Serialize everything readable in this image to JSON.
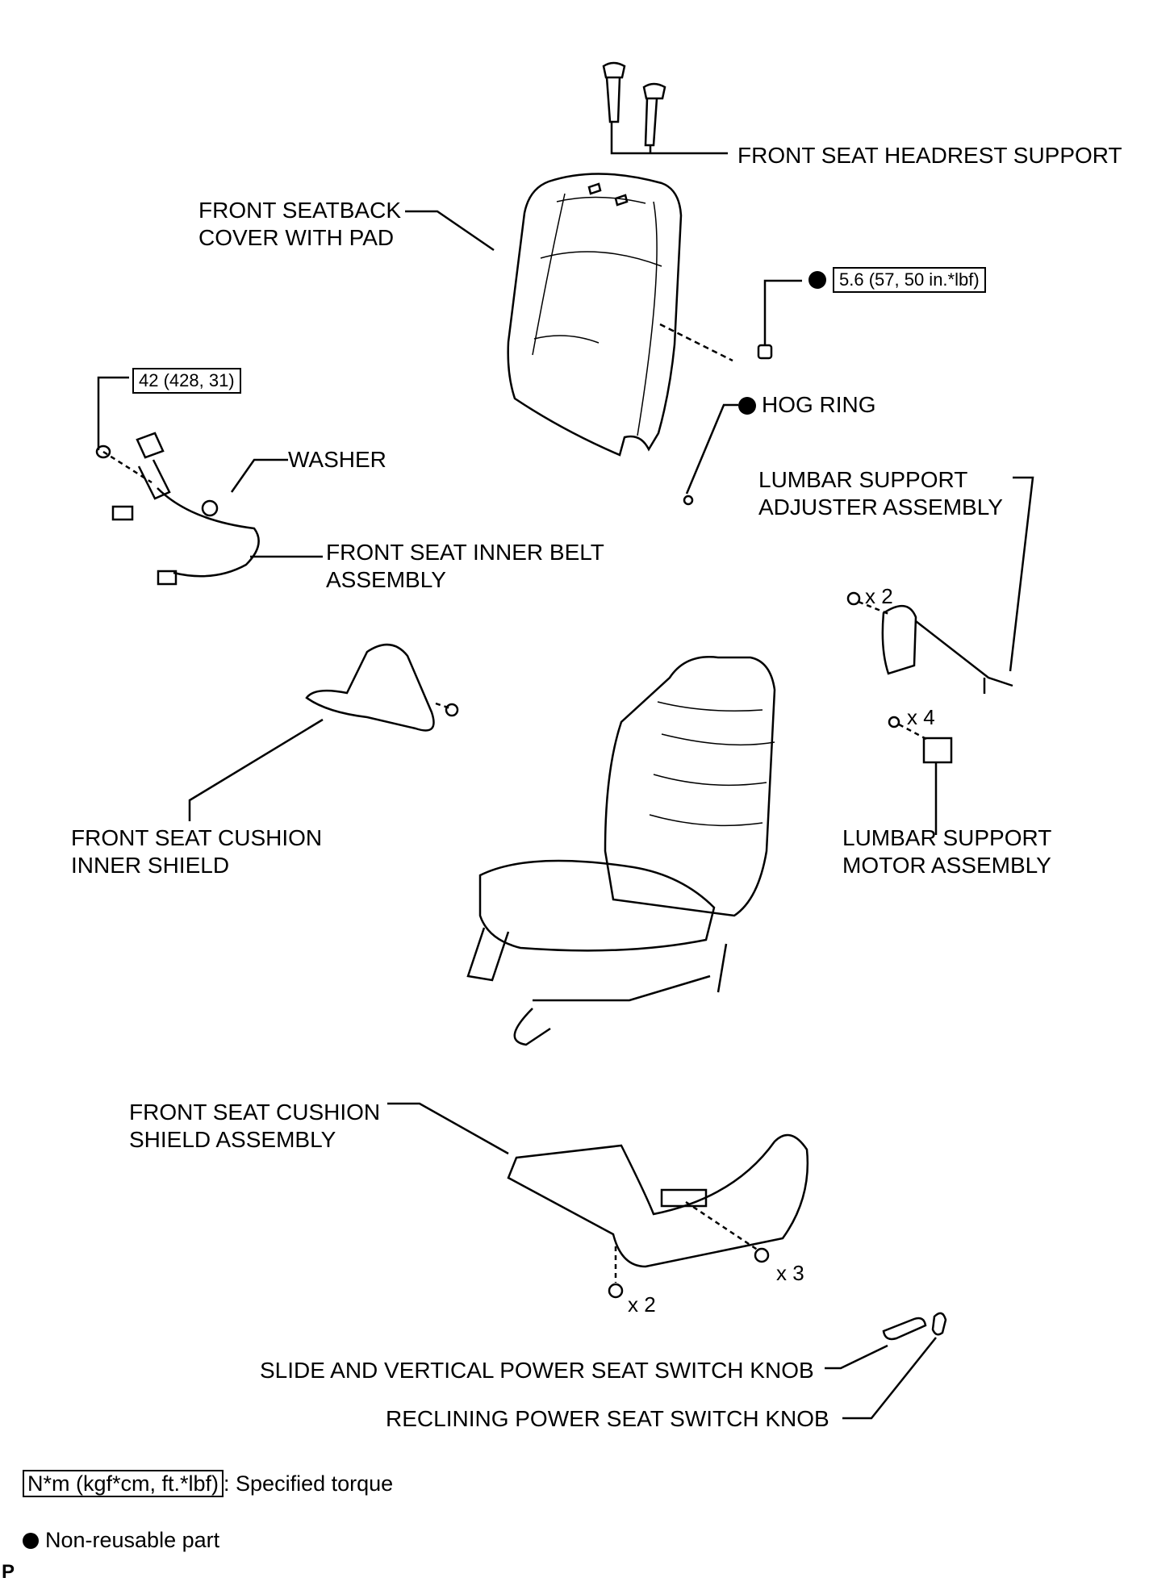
{
  "labels": {
    "headrest_support": "FRONT SEAT HEADREST SUPPORT",
    "seatback_cover_1": "FRONT SEATBACK",
    "seatback_cover_2": "COVER WITH PAD",
    "hog_ring": "HOG RING",
    "washer": "WASHER",
    "inner_belt_1": "FRONT SEAT INNER BELT",
    "inner_belt_2": "ASSEMBLY",
    "lumbar_adjuster_1": "LUMBAR SUPPORT",
    "lumbar_adjuster_2": "ADJUSTER ASSEMBLY",
    "cushion_inner_shield_1": "FRONT SEAT CUSHION",
    "cushion_inner_shield_2": "INNER SHIELD",
    "lumbar_motor_1": "LUMBAR SUPPORT",
    "lumbar_motor_2": "MOTOR ASSEMBLY",
    "cushion_shield_1": "FRONT SEAT CUSHION",
    "cushion_shield_2": "SHIELD ASSEMBLY",
    "slide_vertical_knob": "SLIDE AND VERTICAL POWER SEAT SWITCH KNOB",
    "reclining_knob": "RECLINING POWER SEAT SWITCH KNOB"
  },
  "quantities": {
    "lumbar_adjuster_screws": "x 2",
    "lumbar_motor_screws": "x 4",
    "shield_screws": "x 3",
    "shield_clips": "x 2"
  },
  "torques": {
    "belt_bolt": "42 (428, 31)",
    "seatback_nut": "5.6 (57, 50 in.*lbf)"
  },
  "legend": {
    "torque_unit": "N*m (kgf*cm, ft.*lbf)",
    "torque_desc": ": Specified torque",
    "non_reusable": "Non-reusable part"
  },
  "footer_mark": "P"
}
